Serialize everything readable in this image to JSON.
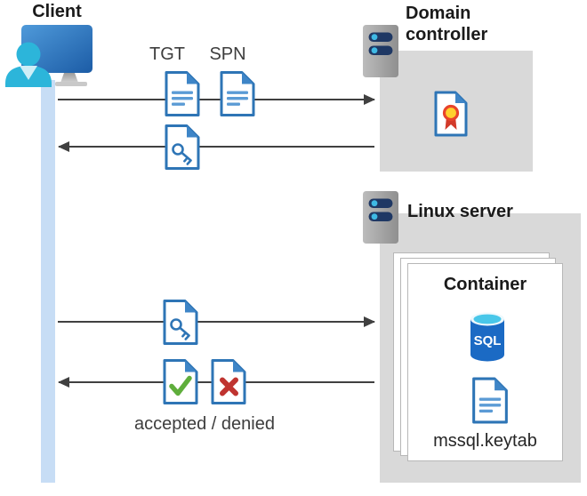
{
  "client": {
    "label": "Client"
  },
  "flows": {
    "tgt_label": "TGT",
    "spn_label": "SPN",
    "response_label": "accepted / denied"
  },
  "domain_controller": {
    "label": "Domain controller"
  },
  "linux_server": {
    "label": "Linux server",
    "container": {
      "label": "Container",
      "sql_text": "SQL",
      "keytab_label": "mssql.keytab"
    }
  },
  "icons": {
    "client": "workstation-user-icon",
    "domain_controller": "server-icon",
    "linux_server": "server-icon",
    "tgt": "document-icon",
    "spn": "document-icon",
    "service_ticket": "key-document-icon",
    "certificate": "certificate-document-icon",
    "accepted": "check-document-icon",
    "denied": "x-document-icon",
    "sql": "sql-database-cylinder-icon",
    "keytab": "document-icon"
  },
  "colors": {
    "doc_border_blue": "#2e75b6",
    "doc_fold_blue": "#3e85c7",
    "doc_lines_blue": "#5b9bd5",
    "check_green": "#5fae3c",
    "cross_red": "#bf3430",
    "arrow_gray": "#404040",
    "machine_box_gray": "#d9d9d9",
    "lifeline_blue": "#c7ddf5",
    "server_pill_navy": "#1f3864",
    "server_dot_cyan": "#3fb9e4",
    "sql_body_blue": "#1b6ac4",
    "sql_top_cyan": "#49c7e9",
    "cert_gold": "#ffd02e",
    "cert_ribbon_red": "#d23a2a",
    "person_cyan": "#2cb5da",
    "monitor_blue_dark": "#1c5ca6"
  }
}
